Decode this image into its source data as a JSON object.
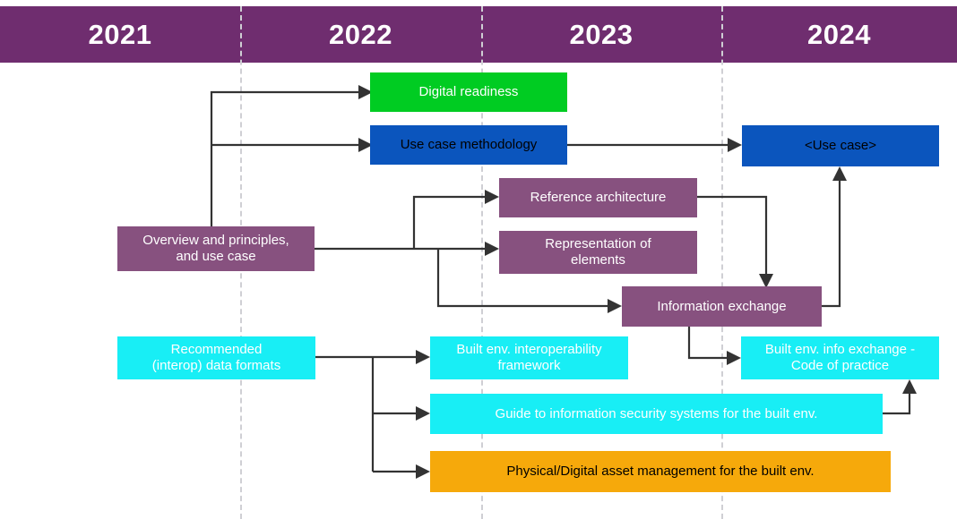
{
  "timeline": {
    "years": [
      "2021",
      "2022",
      "2023",
      "2024"
    ],
    "band_color": "#6f2d6f",
    "band_text_color": "#ffffff",
    "separator_color": "#cfcfd4"
  },
  "palette": {
    "green": "#00cc22",
    "blue": "#0b55bd",
    "purple": "#87517f",
    "cyan": "#18eef5",
    "orange": "#f6a90b",
    "connector": "#333333"
  },
  "nodes": {
    "digital_readiness": {
      "label": "Digital readiness",
      "color": "green"
    },
    "use_case_methodology": {
      "label": "Use case methodology",
      "color": "blue"
    },
    "use_case": {
      "label": "<Use case>",
      "color": "blue"
    },
    "overview": {
      "label": "Overview and principles,\nand use case",
      "color": "purple"
    },
    "reference_architecture": {
      "label": "Reference architecture",
      "color": "purple"
    },
    "representation_elements": {
      "label": "Representation of\nelements",
      "color": "purple"
    },
    "information_exchange": {
      "label": "Information exchange",
      "color": "purple"
    },
    "recommended_formats": {
      "label": "Recommended\n(interop) data formats",
      "color": "cyan"
    },
    "interop_framework": {
      "label": "Built env. interoperability\nframework",
      "color": "cyan"
    },
    "info_exchange_cop": {
      "label": "Built env. info exchange -\nCode of practice",
      "color": "cyan"
    },
    "security_guide": {
      "label": "Guide to information security systems for the built env.",
      "color": "cyan"
    },
    "asset_management": {
      "label": "Physical/Digital asset management for the built env.",
      "color": "orange"
    }
  }
}
